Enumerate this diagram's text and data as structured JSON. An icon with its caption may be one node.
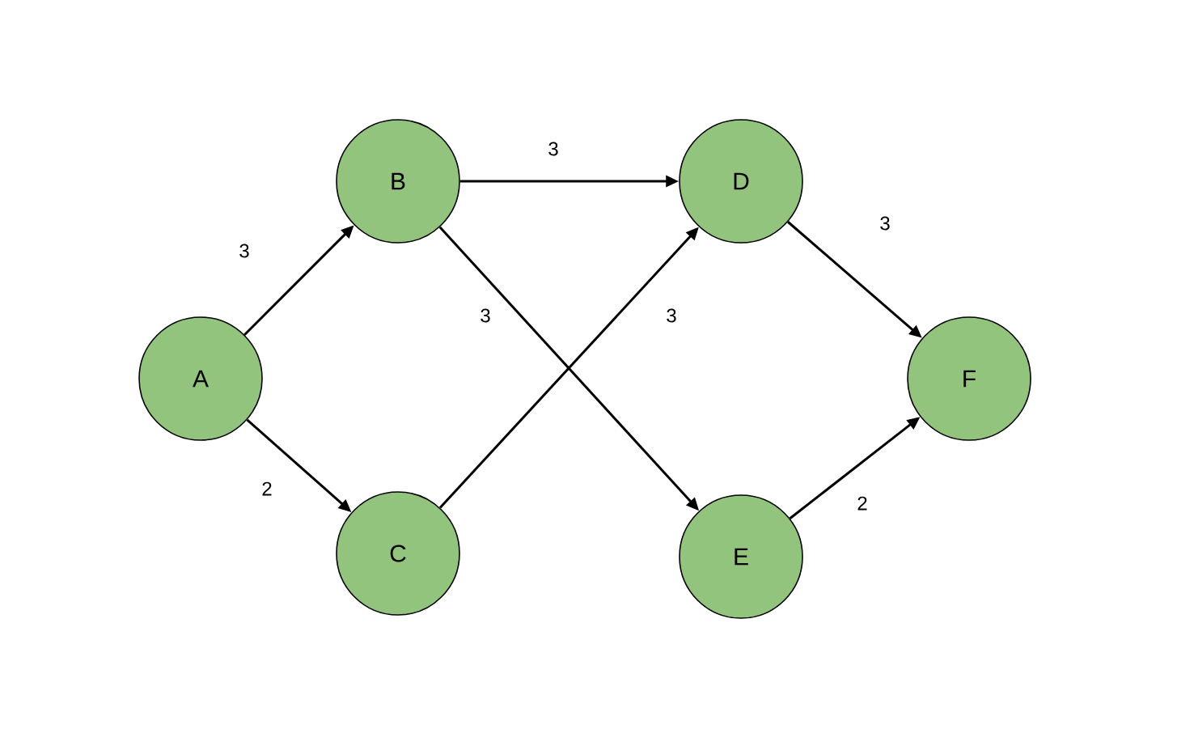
{
  "diagram": {
    "nodes": [
      {
        "text": [
          "A"
        ]
      },
      {
        "text": [
          "B"
        ]
      },
      {
        "text": [
          "C"
        ]
      },
      {
        "text": [
          "D"
        ]
      },
      {
        "text": [
          "E"
        ]
      },
      {
        "text": [
          "F"
        ]
      }
    ],
    "edges": [
      {
        "from": 0,
        "to": 1,
        "arrow": "to",
        "label": "3"
      },
      {
        "from": 0,
        "to": 2,
        "arrow": "to",
        "label": "2"
      },
      {
        "from": 1,
        "to": 3,
        "arrow": "to",
        "label": "3"
      },
      {
        "from": 1,
        "to": 4,
        "arrow": "to",
        "label": "3"
      },
      {
        "from": 2,
        "to": 3,
        "arrow": "to",
        "label": "3"
      },
      {
        "from": 3,
        "to": 5,
        "arrow": "to",
        "label": "3"
      },
      {
        "from": 4,
        "to": 5,
        "arrow": "to",
        "label": "2"
      }
    ]
  }
}
